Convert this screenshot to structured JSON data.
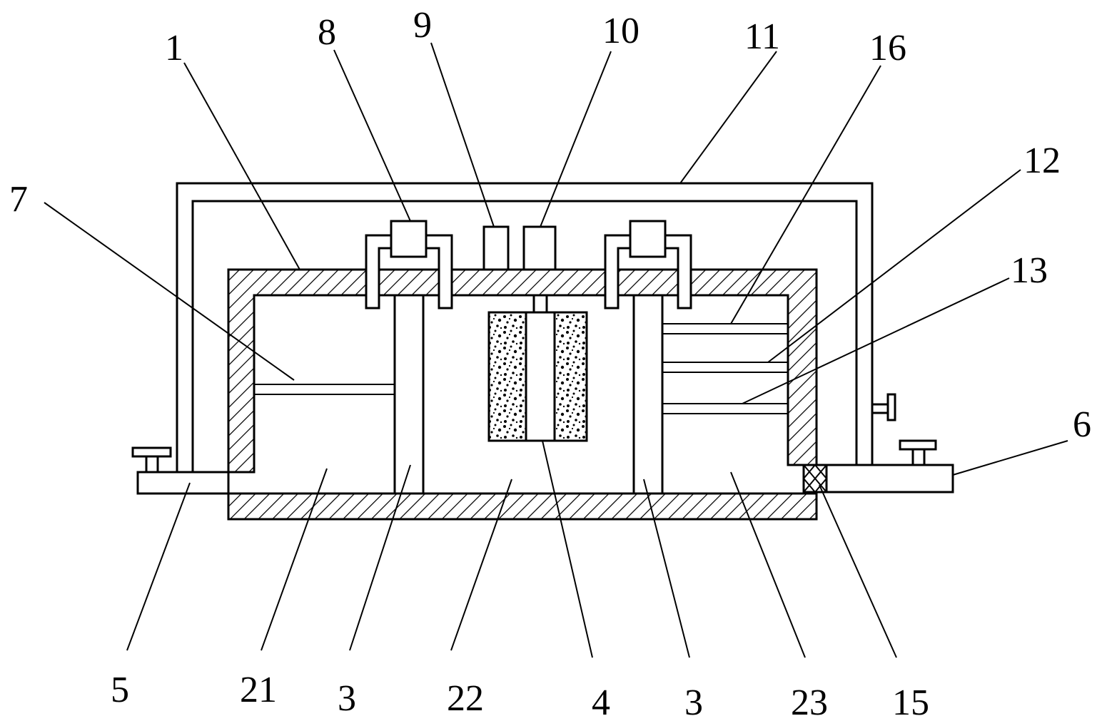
{
  "labels": {
    "l1": "1",
    "l8": "8",
    "l9": "9",
    "l10": "10",
    "l11": "11",
    "l16": "16",
    "l7": "7",
    "l12": "12",
    "l13": "13",
    "l6": "6",
    "l5": "5",
    "l21": "21",
    "l3a": "3",
    "l22": "22",
    "l4": "4",
    "l3b": "3",
    "l23": "23",
    "l15": "15"
  }
}
